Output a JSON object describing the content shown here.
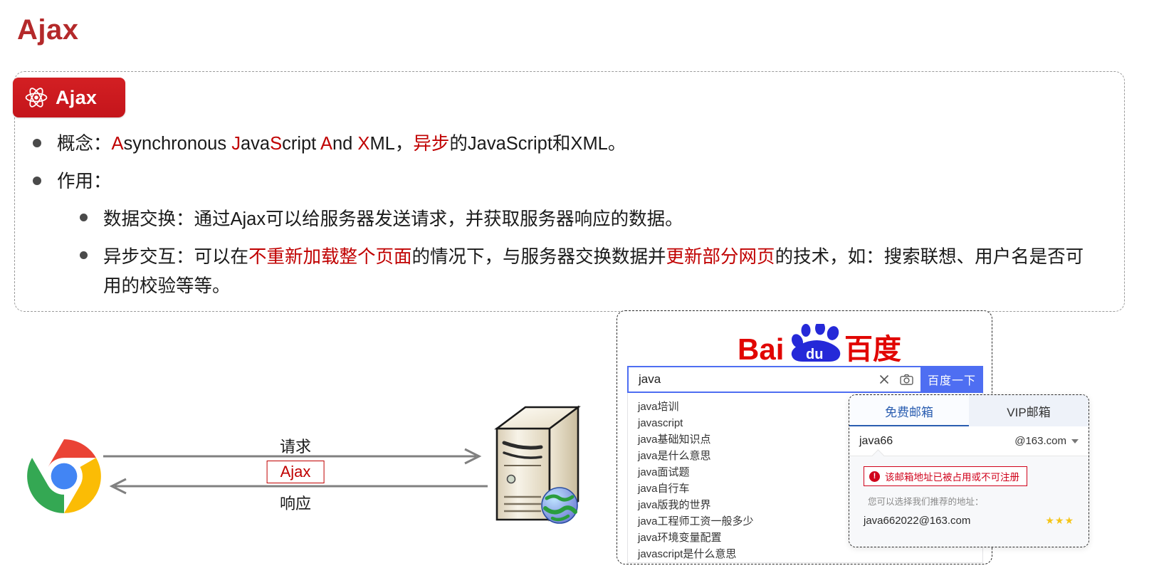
{
  "slide": {
    "title": "Ajax"
  },
  "card": {
    "tag_label": "Ajax",
    "tag_icon": "atom-icon",
    "bullets": [
      {
        "label": "概念：",
        "segments": [
          {
            "text": "A",
            "color": "#c00000"
          },
          {
            "text": "synchronous ",
            "color": "#1a1a1a"
          },
          {
            "text": "J",
            "color": "#c00000"
          },
          {
            "text": "ava",
            "color": "#1a1a1a"
          },
          {
            "text": "S",
            "color": "#c00000"
          },
          {
            "text": "cript ",
            "color": "#1a1a1a"
          },
          {
            "text": "A",
            "color": "#c00000"
          },
          {
            "text": "nd ",
            "color": "#1a1a1a"
          },
          {
            "text": "X",
            "color": "#c00000"
          },
          {
            "text": "ML，",
            "color": "#1a1a1a"
          },
          {
            "text": "异步",
            "color": "#c00000"
          },
          {
            "text": "的JavaScript和XML。",
            "color": "#1a1a1a"
          }
        ]
      },
      {
        "label": "作用：",
        "segments": []
      }
    ],
    "sub_bullets": [
      {
        "segments": [
          {
            "text": "数据交换：通过Ajax可以给服务器发送请求，并获取服务器响应的数据。",
            "color": "#1a1a1a"
          }
        ]
      },
      {
        "segments": [
          {
            "text": "异步交互：可以在",
            "color": "#1a1a1a"
          },
          {
            "text": "不重新加载整个页面",
            "color": "#c00000"
          },
          {
            "text": "的情况下，与服务器交换数据并",
            "color": "#1a1a1a"
          },
          {
            "text": "更新部分网页",
            "color": "#c00000"
          },
          {
            "text": "的技术，如：搜索联想、用户名是否可用的校验等等。",
            "color": "#1a1a1a"
          }
        ]
      }
    ]
  },
  "diagram": {
    "browser_icon": "chrome-icon",
    "server_icon": "server-icon",
    "request_label": "请求",
    "response_label": "响应",
    "ajax_label": "Ajax"
  },
  "baidu": {
    "logo_text_left": "Bai",
    "logo_text_mid": "du",
    "logo_text_right": "百度",
    "logo_color_red": "#e10602",
    "logo_color_blue": "#2529d8",
    "search_value": "java",
    "clear_icon": "close-icon",
    "camera_icon": "camera-icon",
    "search_button": "百度一下",
    "suggestions": [
      "java培训",
      "javascript",
      "java基础知识点",
      "java是什么意思",
      "java面试题",
      "java自行车",
      "java版我的世界",
      "java工程师工资一般多少",
      "java环境变量配置",
      "javascript是什么意思"
    ]
  },
  "mail": {
    "tabs": [
      {
        "label": "免费邮箱",
        "active": true
      },
      {
        "label": "VIP邮箱",
        "active": false
      }
    ],
    "input_value": "java66",
    "domain": "@163.com",
    "domain_chevron": "chevron-down-icon",
    "error_icon": "error-icon",
    "error_message": "该邮箱地址已被占用或不可注册",
    "hint": "您可以选择我们推荐的地址：",
    "suggested_email": "java662022@163.com",
    "stars": "★★★",
    "accent_color": "#2a5db0",
    "error_color": "#d0021b"
  }
}
